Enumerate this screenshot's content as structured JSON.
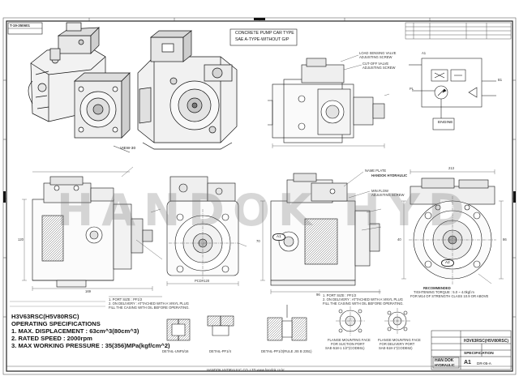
{
  "drawing": {
    "drawing_number": "T-19-350601",
    "concrete_note": [
      "CONCRETE PUMP CAR TYPE",
      "SAE A-TYPE-WITHOUT G/P"
    ],
    "view_label": "VIEW-30",
    "watermark": "HANDOK HYD",
    "model": "H3V63RSC(H5V80RSC)",
    "spec_heading": "OPERATING SPECIFICATIONS",
    "specs": [
      "1. MAX. DISPLACEMENT : 63cm^3(80cm^3)",
      "2. RATED SPEED : 2000rpm",
      "3. MAX WORKING PRESSURE : 35(356)MPa(kgf/cm^2)"
    ],
    "ports": [
      "1. PORT SIZE : PF1/2",
      "2. ON DELIVERY : ATTACHED WITH A VINYL PLUG",
      "   FILL THE CASING WITH OIL BEFORE OPERATING."
    ],
    "callouts": {
      "load_sensing": [
        "LOAD SENSING VALVE",
        "ADJUSTING SCREW"
      ],
      "cutoff": [
        "CUT-OFF VALVE",
        "ADJUSTING SCREW"
      ],
      "name_plate": "NAME PLATE",
      "brand_plate": "HANDOK HYDRAULIC",
      "min_flow": [
        "MIN.FLOW",
        "ADJUSTING SCREW"
      ],
      "engine": "ENGINE",
      "port_a1": "A1",
      "port_a2": "A2",
      "port_b1": "B1",
      "port_pl": "PL",
      "dim_213": "213",
      "dim_169": "169",
      "dim_120": "120",
      "dim_pcd": "PCD#120",
      "dim_96": "96",
      "dim_70": "70",
      "dim_86": "86",
      "dim_40": "40"
    },
    "flange_suction": [
      "FLANGE MOUNTING FACE",
      "FOR SUCTION PORT",
      "SAE-518-1 1/2\"(CODE61)"
    ],
    "flange_delivery": [
      "FLANGE MOUNTING FACE",
      "FOR DELIVERY PORT",
      "SAE-518-1\"(CODE62)"
    ],
    "details": [
      "DETAIL-UNF5/16",
      "DETAIL-PF1/4",
      "DETAIL-PF1/2(RULE JIS B 2351)"
    ],
    "recommended": [
      "RECOMMENDED",
      "TIGHTENING TORQUE : 5.0 ~ 4.0kgf.m",
      "FOR M14 OF STRENGTH CLASS 10.9 OR ABOVE"
    ],
    "spec_box": "SPECIFICATION",
    "logo": [
      "HAN DOK",
      "HYDRAULIC"
    ],
    "footer_center": "HANDOK HYDRAULIC CO.,LTD www.handok.co.kr",
    "sheet_size": "A1",
    "sheet_ref": "DR-05-A"
  }
}
